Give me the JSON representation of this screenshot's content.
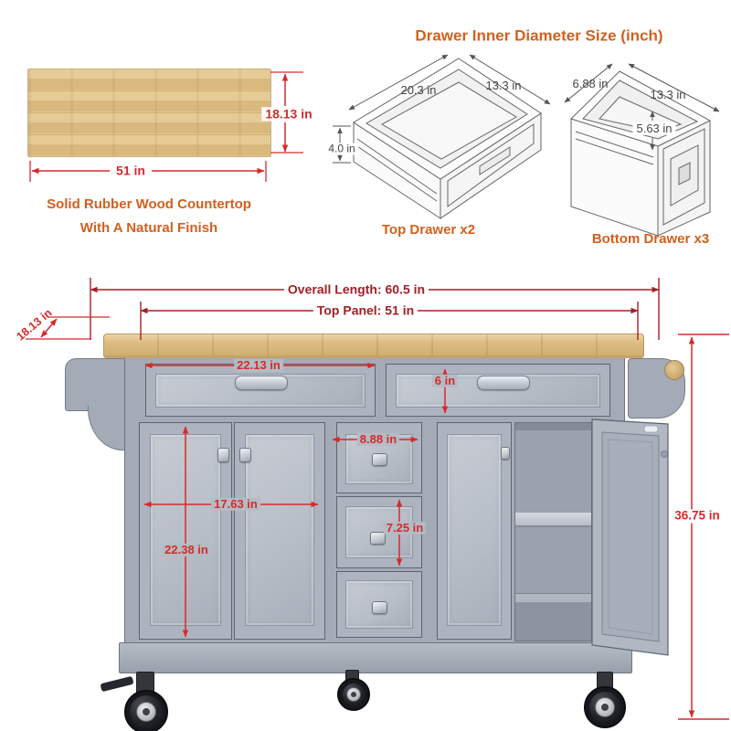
{
  "title": "Drawer Inner Diameter Size (inch)",
  "countertop": {
    "height": "18.13 in",
    "width": "51 in",
    "caption_line1": "Solid Rubber Wood Countertop",
    "caption_line2": "With A Natural Finish"
  },
  "top_drawer": {
    "length": "20.3 in",
    "depth": "13.3 in",
    "height": "4.0 in",
    "caption": "Top Drawer x2"
  },
  "bottom_drawer": {
    "width": "6.88 in",
    "depth": "13.3 in",
    "height": "5.63 in",
    "caption": "Bottom Drawer x3"
  },
  "cart": {
    "overall_length": "Overall Length: 60.5 in",
    "top_panel": "Top Panel: 51 in",
    "depth": "18.13 in",
    "top_drawer_width": "22.13 in",
    "top_drawer_height": "6 in",
    "middle_drawer_width": "8.88 in",
    "cabinet_inner_width": "17.63 in",
    "cabinet_inner_height": "22.38 in",
    "middle_drawer_height": "7.25 in",
    "overall_height": "36.75 in"
  },
  "colors": {
    "accent_orange": "#d2601e",
    "dim_dark_red": "#a32026",
    "dim_red": "#d62a2a"
  }
}
